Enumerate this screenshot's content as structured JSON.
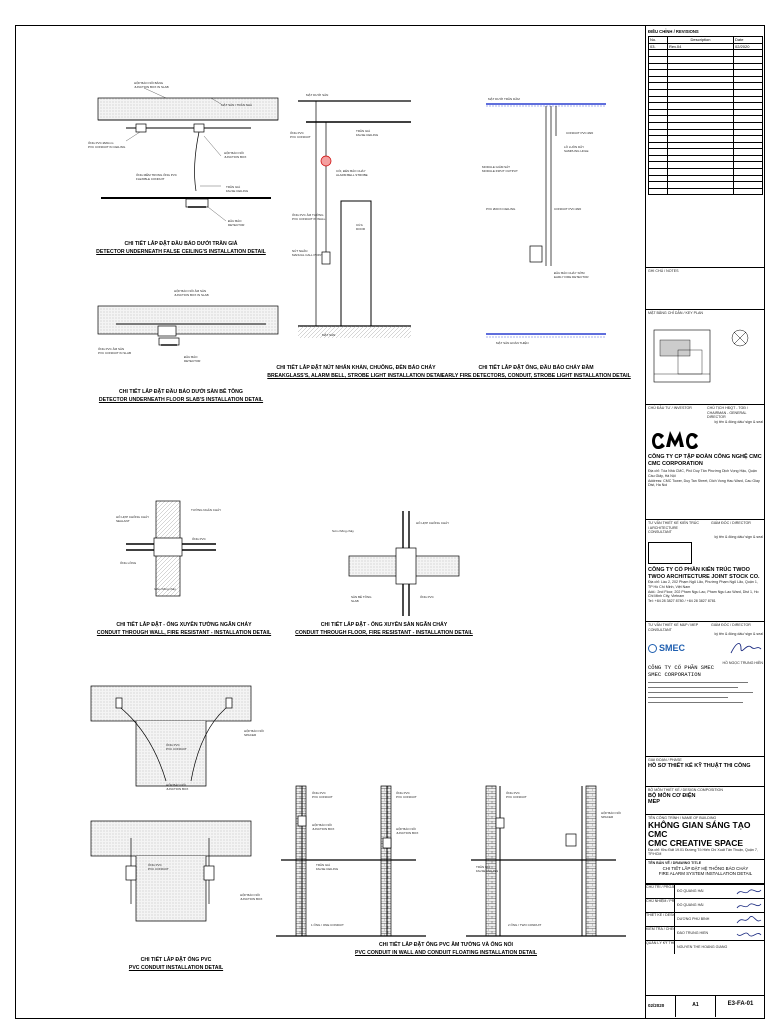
{
  "detail_titles": {
    "d1": {
      "vi": "CHI TIẾT LẮP ĐẶT ĐẦU BÁO DƯỚI TRẦN GIẢ",
      "en": "DETECTOR UNDERNEATH FALSE CEILING'S INSTALLATION DETAIL"
    },
    "d2": {
      "vi": "CHI TIẾT LẮP ĐẶT ĐẦU BÁO DƯỚI SÀN BÊ TÔNG",
      "en": "DETECTOR UNDERNEATH FLOOR SLAB'S INSTALLATION DETAIL"
    },
    "d3": {
      "vi": "CHI TIẾT LẮP ĐẶT NÚT NHẤN KHẨN, CHUÔNG, ĐÈN BÁO CHÁY",
      "en": "BREAKGLASS'S, ALARM BELL, STROBE LIGHT INSTALLATION DETAIL"
    },
    "d4": {
      "vi": "CHI TIẾT LẮP ĐẶT ỐNG, ĐẦU BÁO CHÁY ĐẦM",
      "en": "EARLY FIRE DETECTORS, CONDUIT, STROBE LIGHT INSTALLATION DETAIL"
    },
    "d5": {
      "vi": "CHI TIẾT LẮP ĐẶT - ỐNG XUYÊN TƯỜNG NGĂN CHÁY",
      "en": "CONDUIT THROUGH WALL, FIRE RESISTANT - INSTALLATION DETAIL"
    },
    "d6": {
      "vi": "CHI TIẾT LẮP ĐẶT - ỐNG XUYÊN SÀN NGĂN CHÁY",
      "en": "CONDUIT THROUGH FLOOR, FIRE RESISTANT - INSTALLATION DETAIL"
    },
    "d7": {
      "vi": "CHI TIẾT LẮP ĐẶT ỐNG PVC",
      "en": "PVC CONDUIT INSTALLATION DETAIL"
    },
    "d8": {
      "vi": "CHI TIẾT LẮP ĐẶT ỐNG PVC ÂM TƯỜNG VÀ ỐNG NỔI",
      "en": "PVC CONDUIT IN WALL AND CONDUIT FLOATING INSTALLATION DETAIL"
    }
  },
  "revisions": {
    "heading": "ĐIỀU CHỈNH / REVISIONS",
    "headers": [
      "No.",
      "Description",
      "Date"
    ],
    "rows": [
      [
        "03.",
        "Rev.04",
        "02/2020"
      ]
    ],
    "empty_rows": 22
  },
  "notes_label": "GHI CHÚ / NOTES",
  "key_plan_label": "MẶT BẰNG CHỈ DẪN / KEY PLAN",
  "investor": {
    "label": "CHỦ ĐẦU TƯ / INVESTOR",
    "chair_label": "CHỦ TỊCH HĐQT - TGĐ / CHAIRMAN - GENERAL DIRECTOR",
    "signer_note": "ký tên & đóng dấu/ sign & seal",
    "name_vi": "CÔNG TY CP TẬP ĐOÀN CÔNG NGHỆ CMC",
    "name_en": "CMC CORPORATION",
    "address_vi": "Địa chỉ: Tòa Nhà CMC, Phố Duy Tân Phường Dịch Vọng Hậu, Quận Cầu Giấy, Hà Nội",
    "address_en": "Address: CMC Tower, Duy Tan Street, Dich Vong Hau Ward, Cau Giay Dist, Ha Noi"
  },
  "architect": {
    "label": "TƯ VẤN THIẾT KẾ KIẾN TRÚC / ARCHITECTURE CONSULTANT",
    "director_label": "GIÁM ĐỐC / DIRECTOR",
    "signer_note": "ký tên & đóng dấu/ sign & seal",
    "name_vi": "CÔNG TY CỔ PHẦN KIẾN TRÚC TWOO",
    "name_en": "TWOO ARCHITECTURE JOINT STOCK CO.",
    "address": "Địa chỉ: Lầu 2, 202 Phạm Ngũ Lão, Phường Phạm Ngũ Lão, Quận 1, TP Hồ Chí Minh, Việt Nam",
    "address_en": "Add.: 2nd Floor, 202 Pham Ngu Lao, Pham Ngu Lao Ward, Dist 1, Ho Chi Minh City, Vietnam",
    "tel": "Tel: +84 28 3827 8780 / +84 28 3827 8781"
  },
  "mep_consultant": {
    "label": "TƯ VẤN THIẾT KẾ M&P / MEP CONSULTANT",
    "director_label": "GIÁM ĐỐC / DIRECTOR",
    "signer_note": "ký tên & đóng dấu/ sign & seal",
    "logo_text": "SMEC",
    "name_vi": "CÔNG TY CỔ PHẦN SMEC",
    "name_en": "SMEC CORPORATION",
    "director_name": "HỒ NGỌC TRUNG HIỀN"
  },
  "stage": {
    "label": "GIAI ĐOẠN / PHASE",
    "value": "HỒ SƠ THIẾT KẾ KỸ THUẬT THI CÔNG"
  },
  "discipline": {
    "label": "BỘ MÔN THIẾT KẾ / DESIGN COMPOSITION",
    "value_vi": "BỘ MÔN CƠ ĐIỆN",
    "value_en": "MEP"
  },
  "project": {
    "label": "TÊN CÔNG TRÌNH / NAME OF BUILDING",
    "name_vi": "KHÔNG GIAN SÁNG TẠO CMC",
    "name_en": "CMC CREATIVE SPACE",
    "address": "Địa chỉ: Khu Đất 19.01 Đường Tô Hiến Chí Xuất Tân Thuận, Quận 7, TP.HCM"
  },
  "drawing_title": {
    "label": "TÊN BẢN VẼ / DRAWING TITLE",
    "vi": "CHI TIẾT LẮP ĐẶT HỆ THỐNG BÁO CHÁY",
    "en": "FIRE ALARM SYSTEM INSTALLATION DETAIL"
  },
  "signatures": [
    {
      "role": "CHỦ TRÌ / PROJECT MANAGER",
      "name": "ĐỖ QUANG HẢI"
    },
    {
      "role": "CHỦ NHIỆM / PROJECT DESIGNER",
      "name": "ĐỖ QUANG HẢI"
    },
    {
      "role": "THIẾT KẾ / DESIGNED BY",
      "name": "DƯƠNG PHÚ BÌNH"
    },
    {
      "role": "KIỂM TRA / CHECKED BY",
      "name": "ĐÀO TRUNG HIẾN"
    },
    {
      "role": "QUẢN LÝ KỸ THUẬT / QUALITY MANAGER",
      "name": "NGUYỄN THẾ HOÀNG GIANG"
    }
  ],
  "sheet_info": {
    "date": "02/2020",
    "size": "A1",
    "code": "E3-FA-01"
  }
}
